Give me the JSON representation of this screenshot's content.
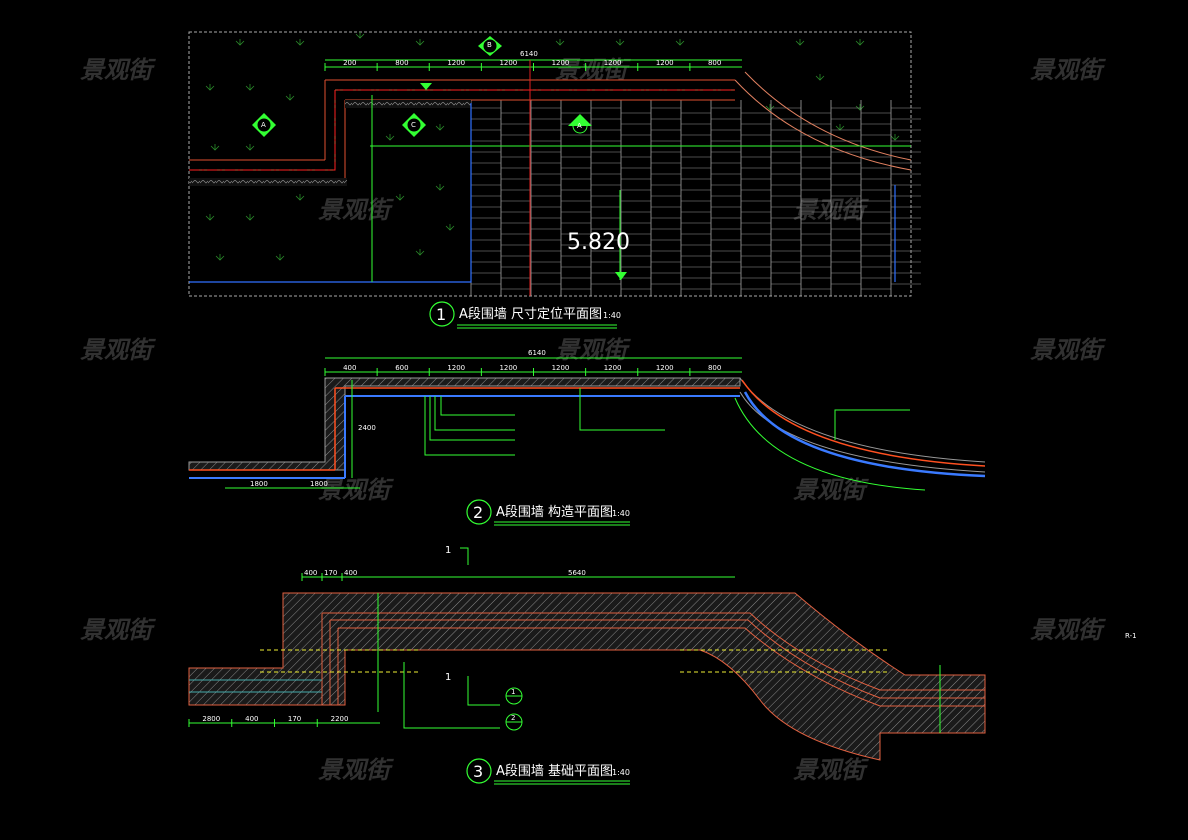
{
  "watermark": "景观街",
  "drawing1": {
    "number": "1",
    "title": "A段围墙 尺寸定位平面图",
    "scale": "1:40",
    "elevation": "5.820",
    "top_dims": [
      "200",
      "800",
      "1200",
      "1200",
      "1200",
      "1200",
      "1200",
      "800"
    ],
    "overall_dim": "6140",
    "section_marks": [
      "B",
      "A",
      "C",
      "A"
    ]
  },
  "drawing2": {
    "number": "2",
    "title": "A段围墙 构造平面图",
    "scale": "1:40",
    "overall_dim": "6140",
    "top_dims": [
      "400",
      "600",
      "1200",
      "1200",
      "1200",
      "1200",
      "1200",
      "800"
    ],
    "left_dims": [
      "1800",
      "1800"
    ],
    "vertical_dim": "2400"
  },
  "drawing3": {
    "number": "3",
    "title": "A段围墙 基础平面图",
    "scale": "1:40",
    "section_label": "1",
    "overall_dim": "5640",
    "top_dims": [
      "400",
      "170",
      "400"
    ],
    "bottom_dims": [
      "2800",
      "400",
      "170",
      "2200"
    ],
    "detail_marks": [
      "1",
      "2"
    ]
  },
  "side_note": "R-1"
}
